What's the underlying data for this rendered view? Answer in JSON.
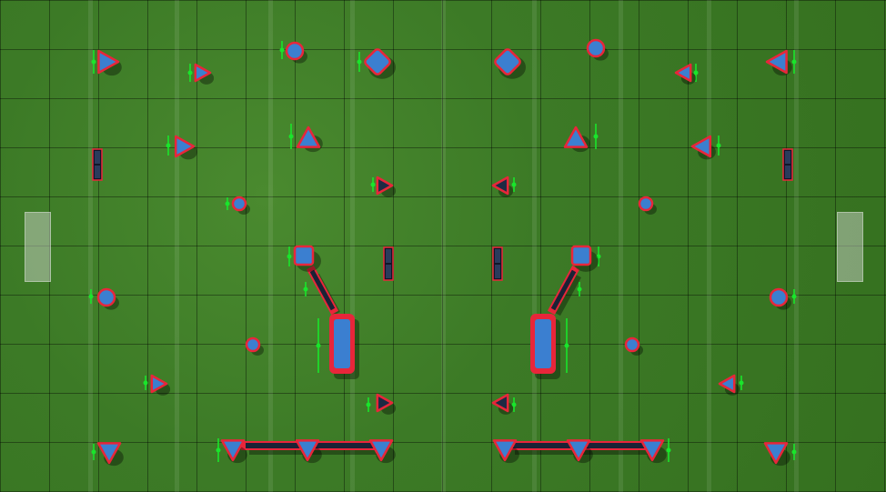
{
  "title": "",
  "colors": {
    "field": "#3c7a26",
    "bunker_fill": "#3b7fd0",
    "bunker_outline": "#e8263a",
    "dark_fill": "#1e2a44",
    "marker": "#19e52b"
  },
  "bunker_types": [
    "triangle",
    "circle",
    "diamond",
    "rectangle",
    "snake-pillar",
    "wall"
  ]
}
